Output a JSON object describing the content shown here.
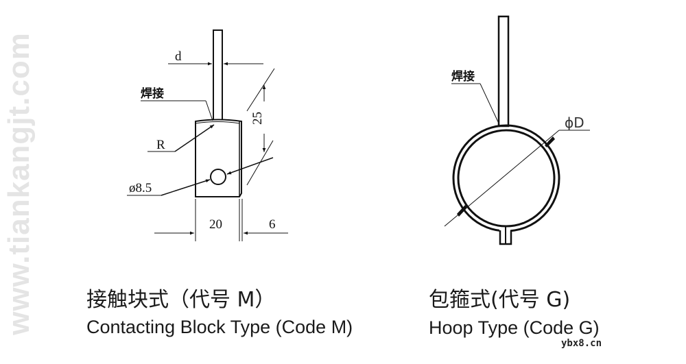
{
  "watermark": "www.tiankangjt.com",
  "site_mark": "ybx8.cn",
  "left_drawing": {
    "labels": {
      "d": "d",
      "weld": "焊接",
      "radius": "R",
      "hole_dia": "ø8.5",
      "height": "25",
      "width": "20",
      "thickness": "6"
    },
    "caption_cn": "接触块式（代号 M）",
    "caption_en": "Contacting Block Type (Code M)"
  },
  "right_drawing": {
    "labels": {
      "weld": "焊接",
      "diameter": "ϕD"
    },
    "caption_cn": "包箍式(代号 G)",
    "caption_en": "Hoop Type (Code G)"
  },
  "colors": {
    "line": "#111111",
    "watermark": "#e4e4e4"
  }
}
